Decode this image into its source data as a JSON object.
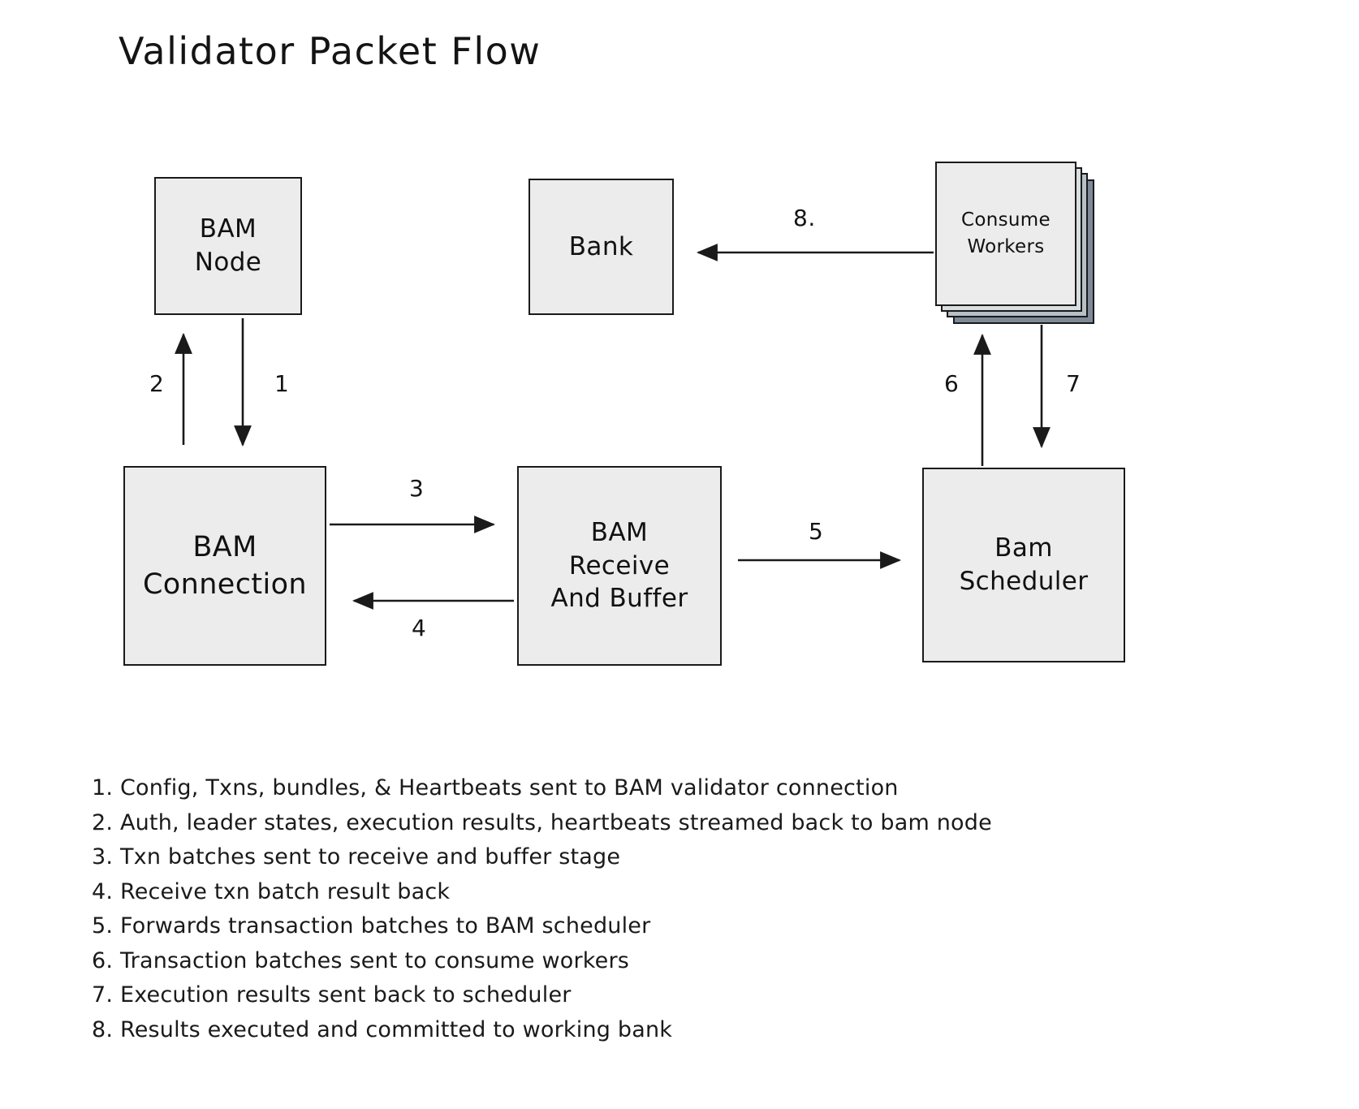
{
  "title": "Validator Packet Flow",
  "nodes": {
    "bam_node": {
      "lines": [
        "BAM",
        "Node"
      ]
    },
    "bank": {
      "lines": [
        "Bank"
      ]
    },
    "consume_workers": {
      "lines": [
        "Consume",
        "Workers"
      ],
      "stack_count": 4
    },
    "bam_connection": {
      "lines": [
        "BAM",
        "Connection"
      ]
    },
    "bam_receive": {
      "lines": [
        "BAM",
        "Receive",
        "And Buffer"
      ]
    },
    "bam_scheduler": {
      "lines": [
        "Bam",
        "Scheduler"
      ]
    }
  },
  "edges": [
    {
      "id": 1,
      "label": "1",
      "from": "bam_node",
      "to": "bam_connection",
      "direction": "down"
    },
    {
      "id": 2,
      "label": "2",
      "from": "bam_connection",
      "to": "bam_node",
      "direction": "up"
    },
    {
      "id": 3,
      "label": "3",
      "from": "bam_connection",
      "to": "bam_receive",
      "direction": "right"
    },
    {
      "id": 4,
      "label": "4",
      "from": "bam_receive",
      "to": "bam_connection",
      "direction": "left"
    },
    {
      "id": 5,
      "label": "5",
      "from": "bam_receive",
      "to": "bam_scheduler",
      "direction": "right"
    },
    {
      "id": 6,
      "label": "6",
      "from": "bam_scheduler",
      "to": "consume_workers",
      "direction": "up"
    },
    {
      "id": 7,
      "label": "7",
      "from": "consume_workers",
      "to": "bam_scheduler",
      "direction": "down"
    },
    {
      "id": 8,
      "label": "8.",
      "from": "consume_workers",
      "to": "bank",
      "direction": "left"
    }
  ],
  "legend": [
    "1. Config, Txns, bundles, & Heartbeats sent to BAM validator connection",
    "2. Auth, leader states, execution results, heartbeats streamed back to bam node",
    "3. Txn batches sent to receive and buffer stage",
    "4. Receive txn batch result back",
    "5. Forwards transaction batches to BAM scheduler",
    "6. Transaction batches sent to consume workers",
    "7. Execution results sent back to scheduler",
    "8. Results executed and committed to working bank"
  ],
  "colors": {
    "background": "#ffffff",
    "node_fill": "#ececec",
    "node_stroke": "#1a1a1a",
    "stack_layer_1": "#d8dde0",
    "stack_layer_2": "#b7c0c7",
    "stack_layer_3": "#7e8a96",
    "text": "#1a1a1a",
    "arrow": "#1a1a1a"
  }
}
